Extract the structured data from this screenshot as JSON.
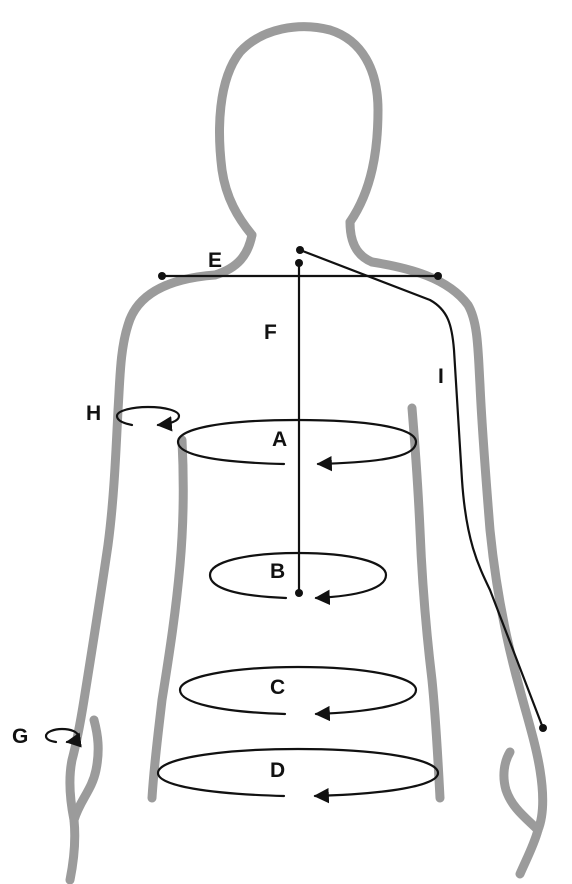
{
  "labels": {
    "chest": "A",
    "waist": "B",
    "hip_upper": "C",
    "hip_lower": "D",
    "shoulder_width": "E",
    "back_length": "F",
    "wrist": "G",
    "upper_arm": "H",
    "arm_length": "I"
  },
  "colors": {
    "silhouette": "#9b9b9b",
    "lines": "#111111",
    "background": "#ffffff"
  }
}
